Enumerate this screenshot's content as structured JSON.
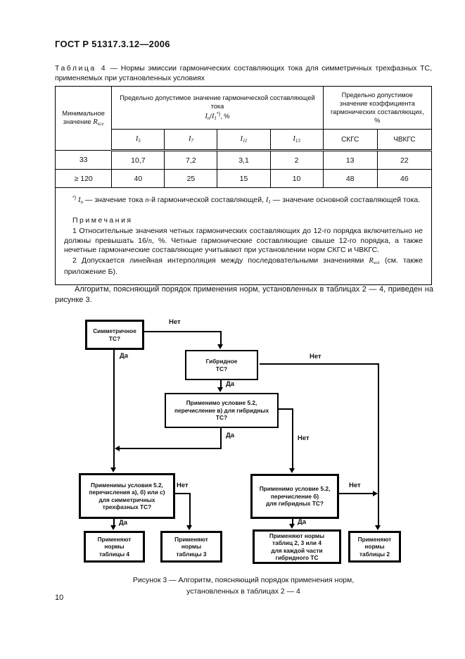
{
  "doc": {
    "header": "ГОСТ Р 51317.3.12—2006",
    "page_number": "10"
  },
  "table": {
    "caption_label": "Таблица 4",
    "caption_dash": " — ",
    "caption_text": "Нормы эмиссии гармонических составляющих тока для симметричных трехфазных ТС, применяемых при установленных условиях",
    "col_min": {
      "text": "Минимальное значение ",
      "symbol": "R",
      "sub": "sce"
    },
    "group_harmonic": {
      "line1": "Предельно допустимое значение гармонической составляющей тока",
      "i1": "I",
      "sub_n": "n",
      "slash": "/",
      "i2": "I",
      "sub_1": "1",
      "sup": "*)",
      "tail": ", %"
    },
    "group_coeff": "Предельно допустимое значение коэффициента гармонических составляющих, %",
    "subcols": [
      {
        "i": "I",
        "sub": "5"
      },
      {
        "i": "I",
        "sub": "7"
      },
      {
        "i": "I",
        "sub": "11"
      },
      {
        "i": "I",
        "sub": "13"
      }
    ],
    "subcols_right": [
      "СКГС",
      "ЧВКГС"
    ],
    "rows": [
      [
        "33",
        "10,7",
        "7,2",
        "3,1",
        "2",
        "13",
        "22"
      ],
      [
        "≥ 120",
        "40",
        "25",
        "15",
        "10",
        "48",
        "46"
      ]
    ],
    "footnote": {
      "sup": "*)",
      "i1": "I",
      "sub1": "n",
      "t1": " — значение тока ",
      "n": "n",
      "t2": "-й гармонической составляющей, ",
      "i2": "I",
      "sub2": "1",
      "t3": " — значение основной составляющей тока."
    },
    "notes": {
      "title": "Примечания",
      "n1a": "1  Относительные значения четных гармонических составляющих до 12-го порядка включительно не должны превышать 16/",
      "n1i": "n",
      "n1b": ", %. Четные гармонические составляющие свыше 12-го порядка, а также нечетные гармонические составляющие учитывают при установлении норм СКГС и ЧВКГС.",
      "n2a": "2  Допускается линейная интерполяция между последовательными значениями ",
      "n2i": "R",
      "n2sub": "sce",
      "n2b": " (см. также приложение Б)."
    }
  },
  "paragraph": "Алгоритм, поясняющий порядок применения норм, установленных в таблицах 2 — 4, приведен на рисунке 3.",
  "flowchart": {
    "label_yes": "Да",
    "label_no": "Нет",
    "box_symmetric": "Симметричное\nТС?",
    "box_hybrid": "Гибридное\nТС?",
    "box_cond_v": "Применимо условие 5.2,\nперечисление в) для гибридных\nТС?",
    "box_cond_abc": "Применимы условия 5.2,\nперечисления а), б) или с)\nдля симметричных\nтрехфазных ТС?",
    "box_cond_b": "Применимо условие 5.2,\nперечисление б)\nдля гибридных ТС?",
    "box_apply_t4": "Применяют\nнормы\nтаблицы 4",
    "box_apply_t3": "Применяют\nнормы\nтаблицы 3",
    "box_apply_t234": "Применяют нормы\nтаблиц 2, 3 или 4\nдля каждой части\nгибридного ТС",
    "box_apply_t2": "Применяют\nнормы\nтаблицы 2"
  },
  "figure": {
    "caption_line1": "Рисунок 3 — Алгоритм, поясняющий порядок применения норм,",
    "caption_line2": "установленных в таблицах 2 — 4"
  }
}
